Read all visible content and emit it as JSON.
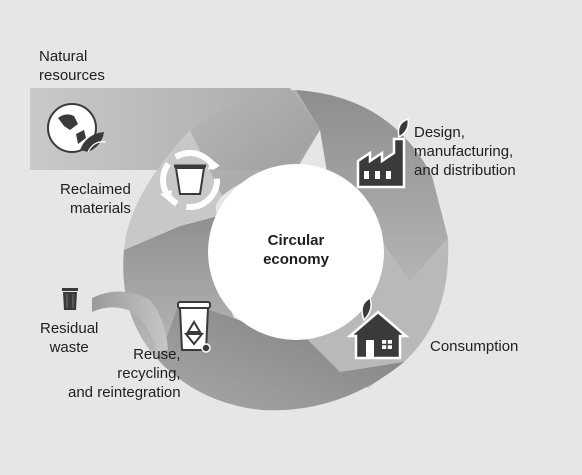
{
  "diagram": {
    "title": "Circular\neconomy",
    "stages": {
      "natural_resources": "Natural\nresources",
      "design": "Design,\nmanufacturing,\nand distribution",
      "consumption": "Consumption",
      "reuse": "Reuse,\nrecycling,\nand reintegration",
      "residual_waste": "Residual\nwaste",
      "reclaimed_materials": "Reclaimed\nmaterials"
    },
    "icons": {
      "natural_resources": "globe-leaf-icon",
      "design": "factory-icon",
      "consumption": "house-icon",
      "reuse": "recycle-bin-icon",
      "residual_waste": "trash-can-icon",
      "reclaimed_materials": "recycle-bucket-icon"
    },
    "colors": {
      "background": "#e6e6e6",
      "ring_light": "#c4c4c4",
      "ring_mid": "#a4a4a4",
      "ring_dark": "#858585",
      "icon_dark": "#3a3a3a",
      "center": "#ffffff"
    }
  }
}
